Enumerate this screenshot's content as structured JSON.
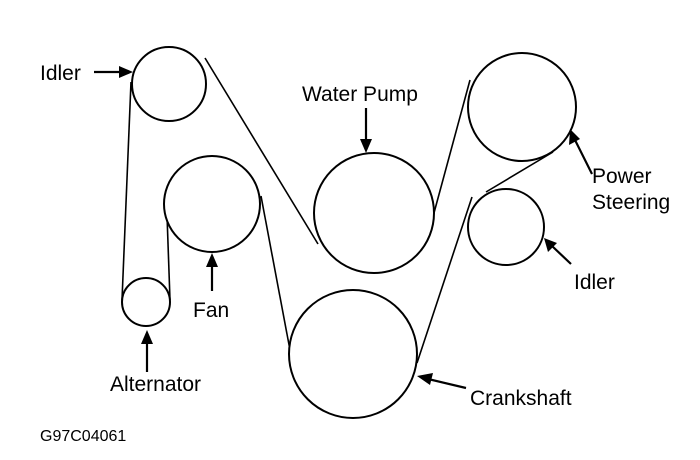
{
  "labels": {
    "idler_top": "Idler",
    "water_pump": "Water Pump",
    "power_steering_line1": "Power",
    "power_steering_line2": "Steering",
    "idler_right": "Idler",
    "fan": "Fan",
    "alternator": "Alternator",
    "crankshaft": "Crankshaft"
  },
  "figure_code": "G97C04061"
}
